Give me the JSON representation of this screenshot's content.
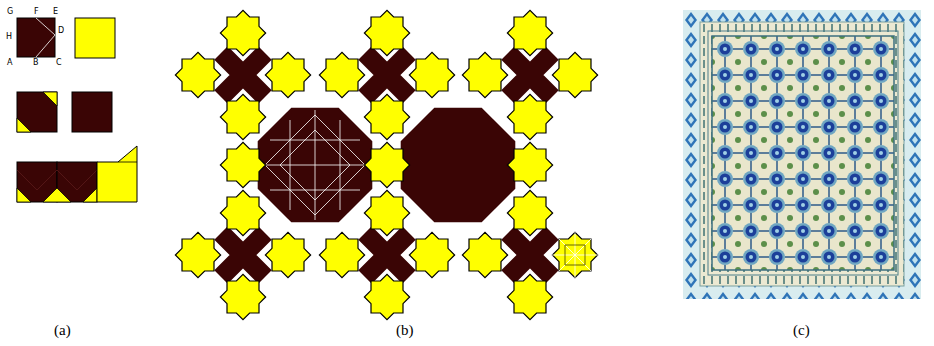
{
  "diagram": {
    "labels": [
      "G",
      "F",
      "E",
      "H",
      "D",
      "A",
      "B",
      "C",
      "(a)",
      "(b)",
      "(c)"
    ]
  }
}
